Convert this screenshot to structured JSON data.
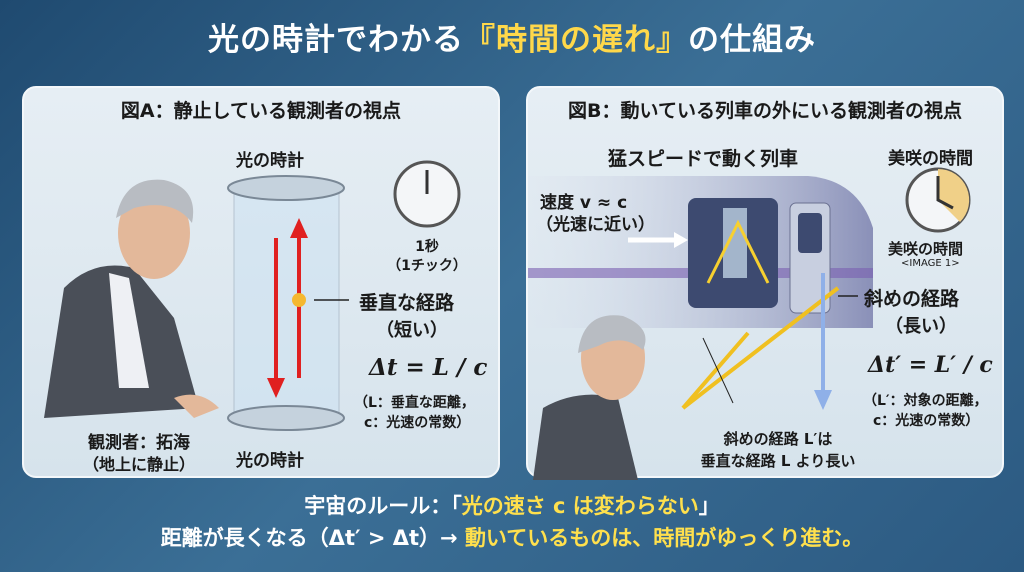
{
  "title": {
    "pre": "光の時計でわかる",
    "highlight": "『時間の遅れ』",
    "post": "の仕組み"
  },
  "panel_a": {
    "title": "図A：静止している観測者の視点",
    "clock_top": "光の時計",
    "clock_bottom": "光の時計",
    "time_label": "1秒",
    "tick_label": "（1チック）",
    "path_label": "垂直な経路",
    "path_sub": "（短い）",
    "formula": "Δt = L / c",
    "legend_1": "（L：垂直な距離，",
    "legend_2": "c：光速の常数）",
    "observer": "観測者：拓海",
    "observer_sub": "（地上に静止）"
  },
  "panel_b": {
    "title": "図B：動いている列車の外にいる観測者の視点",
    "train_label": "猛スピードで動く列車",
    "clock_title": "美咲の時間",
    "speed": "速度 v ≈ c",
    "speed_sub": "（光速に近い）",
    "clock_label": "美咲の時間",
    "image_tag": "<IMAGE 1>",
    "path_label": "斜めの経路",
    "path_sub": "（長い）",
    "formula": "Δt′ = L′ / c",
    "legend_1": "（L′：対象の距離，",
    "legend_2": "c：光速の常数）",
    "note_1": "斜めの経路 L′は",
    "note_2": "垂直な経路 L より長い"
  },
  "bottom": {
    "line1_pre": "宇宙のルール：「",
    "line1_hl": "光の速さ c は変わらない",
    "line1_post": "」",
    "line2_pre": "距離が長くなる（Δt′ > Δt）→ ",
    "line2_hl": "動いているものは、時間がゆっくり進む。"
  }
}
